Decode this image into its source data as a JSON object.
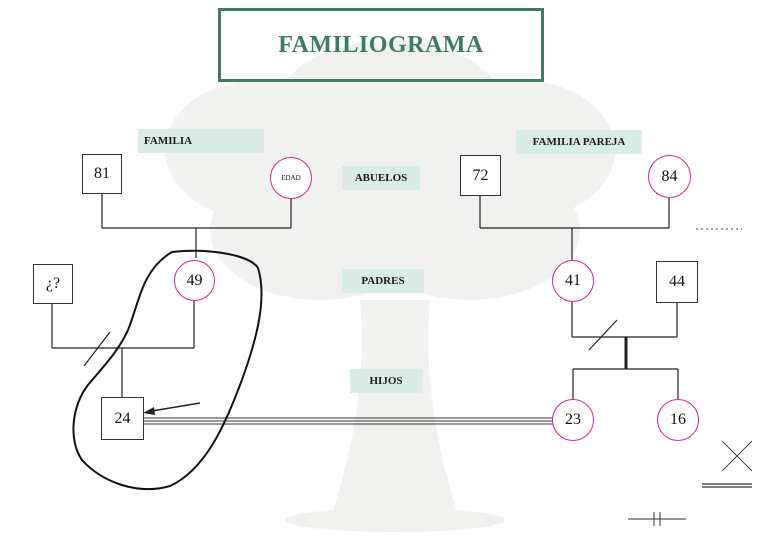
{
  "title": "FAMILIOGRAMA",
  "labels": {
    "familia": "FAMILIA",
    "familia_pareja": "FAMILIA PAREJA",
    "abuelos": "ABUELOS",
    "padres": "PADRES",
    "hijos": "HIJOS"
  },
  "nodes": {
    "left_grandfather": "81",
    "left_grandmother": "EDAD",
    "left_father": "¿?",
    "left_mother": "49",
    "left_child": "24",
    "right_grandfather": "72",
    "right_grandmother": "84",
    "right_mother": "41",
    "right_father": "44",
    "right_child_daughter_1": "23",
    "right_child_daughter_2": "16"
  },
  "colors": {
    "title_green": "#3f7a63",
    "tag_background": "#d9ece6",
    "female_border": "#d0268f",
    "male_border": "#333333",
    "tree_watermark": "#f1f1ef"
  }
}
